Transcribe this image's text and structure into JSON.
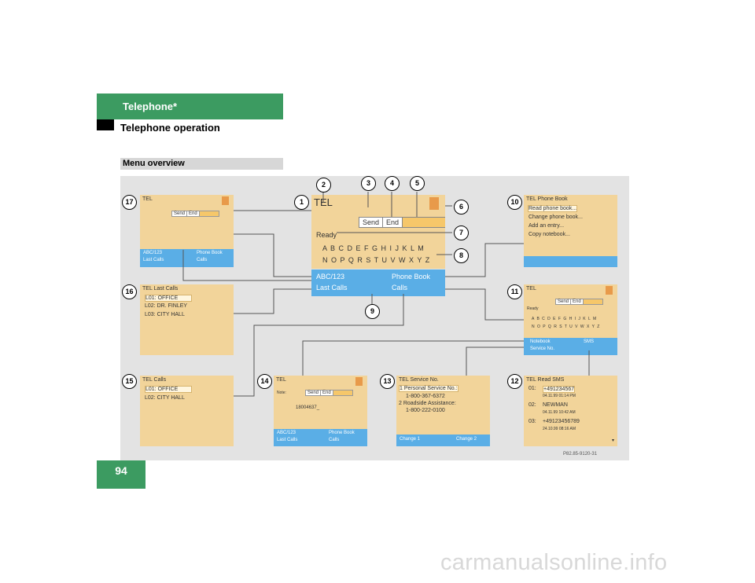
{
  "header": {
    "section": "Telephone*",
    "subsection": "Telephone operation"
  },
  "menu_label": "Menu overview",
  "page_number": "94",
  "watermark": "carmanualsonline.info",
  "figure_code": "P82.85-9120-31",
  "main_screen": {
    "title": "TEL",
    "send": "Send",
    "end": "End",
    "status": "Ready",
    "alpha_row1": "A B C D E F G H I J K L M",
    "alpha_row2": "N O P Q R S T U V W X Y Z",
    "soft_left_top": "ABC/123",
    "soft_left_bottom": "Last Calls",
    "soft_right_top": "Phone Book",
    "soft_right_bottom": "Calls"
  },
  "screen17": {
    "title": "TEL",
    "send": "Send",
    "end": "End",
    "bar_l1": "ABC/123",
    "bar_l2": "Last Calls",
    "bar_r1": "Phone Book",
    "bar_r2": "Calls"
  },
  "screen16": {
    "title": "TEL Last Calls",
    "items": [
      "L01: OFFICE",
      "L02: DR. FINLEY",
      "L03: CITY HALL"
    ]
  },
  "screen15": {
    "title": "TEL Calls",
    "items": [
      "L01: OFFICE",
      "L02: CITY HALL"
    ]
  },
  "screen14": {
    "title": "TEL",
    "label": "Note:",
    "number": "18004637_",
    "send": "Send",
    "end": "End",
    "bar_l1": "ABC/123",
    "bar_l2": "Last Calls",
    "bar_r1": "Phone Book",
    "bar_r2": "Calls"
  },
  "screen13": {
    "title": "TEL Service No.",
    "l1": "1 Personal Service No.:",
    "l2": "1-800-367-6372",
    "l3": "2 Roadside Assistance:",
    "l4": "1-800-222-0100",
    "bar_l": "Change 1",
    "bar_r": "Change 2"
  },
  "screen12": {
    "title": "TEL Read SMS",
    "entries": [
      {
        "id": "01:",
        "name": "+491234567",
        "date": "04.11.99  01:14 PM"
      },
      {
        "id": "02:",
        "name": "NEWMAN",
        "date": "04.11.99  10:42 AM"
      },
      {
        "id": "03:",
        "name": "+49123456789",
        "date": "24.10.99  08:16 AM"
      }
    ]
  },
  "screen11": {
    "title": "TEL",
    "send": "Send",
    "end": "End",
    "status": "Ready",
    "alpha_row1": "A B C D E F G H I J K L M",
    "alpha_row2": "N O P Q R S T U V W X Y Z",
    "bar_l1": "Notebook",
    "bar_l2": "Service No.",
    "bar_r1": "SMS"
  },
  "screen10": {
    "title": "TEL Phone Book",
    "items": [
      "Read phone book...",
      "Change phone book...",
      "Add an entry...",
      "Copy notebook..."
    ]
  },
  "callouts": [
    "1",
    "2",
    "3",
    "4",
    "5",
    "6",
    "7",
    "8",
    "9",
    "10",
    "11",
    "12",
    "13",
    "14",
    "15",
    "16",
    "17"
  ]
}
